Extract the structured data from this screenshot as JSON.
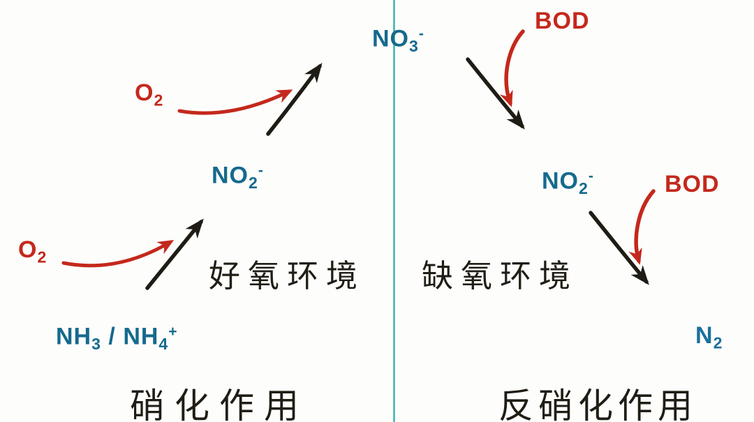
{
  "diagram_title": "nitrification-denitrification-diagram",
  "colors": {
    "formula_teal": "#156a8d",
    "input_red": "#c4281c",
    "n2_blue": "#1d6f9e",
    "ink_black": "#201d15",
    "divider_teal": "#3db3ac",
    "background": "#fdfdfb"
  },
  "left_panel": {
    "environment_label": "好氧环境",
    "process_label": "硝化作用",
    "o2_top": {
      "base": "O",
      "sub": "2"
    },
    "o2_bottom": {
      "base": "O",
      "sub": "2"
    },
    "nh3_nh4": {
      "base1": "NH",
      "sub1": "3",
      "separator": " / ",
      "base2": "NH",
      "sub2": "4",
      "sup2": "+"
    },
    "no2": {
      "base": "NO",
      "sub": "2",
      "sup": "-"
    }
  },
  "center": {
    "no3": {
      "base": "NO",
      "sub": "3",
      "sup": "-"
    }
  },
  "right_panel": {
    "environment_label": "缺氧环境",
    "process_label": "反硝化作用",
    "bod_top": "BOD",
    "bod_bottom": "BOD",
    "no2": {
      "base": "NO",
      "sub": "2",
      "sup": "-"
    },
    "n2": {
      "base": "N",
      "sub": "2"
    }
  }
}
